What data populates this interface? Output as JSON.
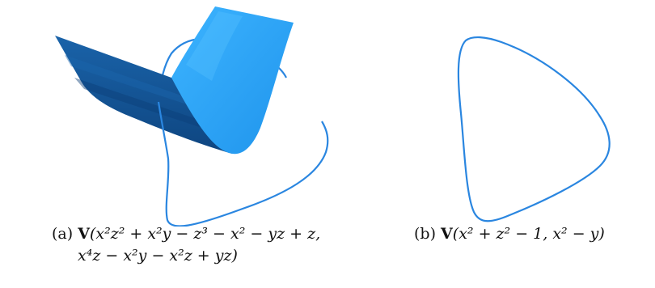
{
  "colors": {
    "curve": "#2a86e0",
    "surface_front": "#2ea6f7",
    "surface_back": "#124f8c",
    "surface_back_light": "#1d6bb3"
  },
  "panel_a": {
    "label": "(a)",
    "variety": "V",
    "line1": "(x²z² + x²y − z³ − x² − yz + z,",
    "line2": "x⁴z − x²y − x²z + yz)"
  },
  "panel_b": {
    "label": "(b)",
    "variety": "V",
    "line1": "(x² + z² − 1, x² − y)"
  }
}
